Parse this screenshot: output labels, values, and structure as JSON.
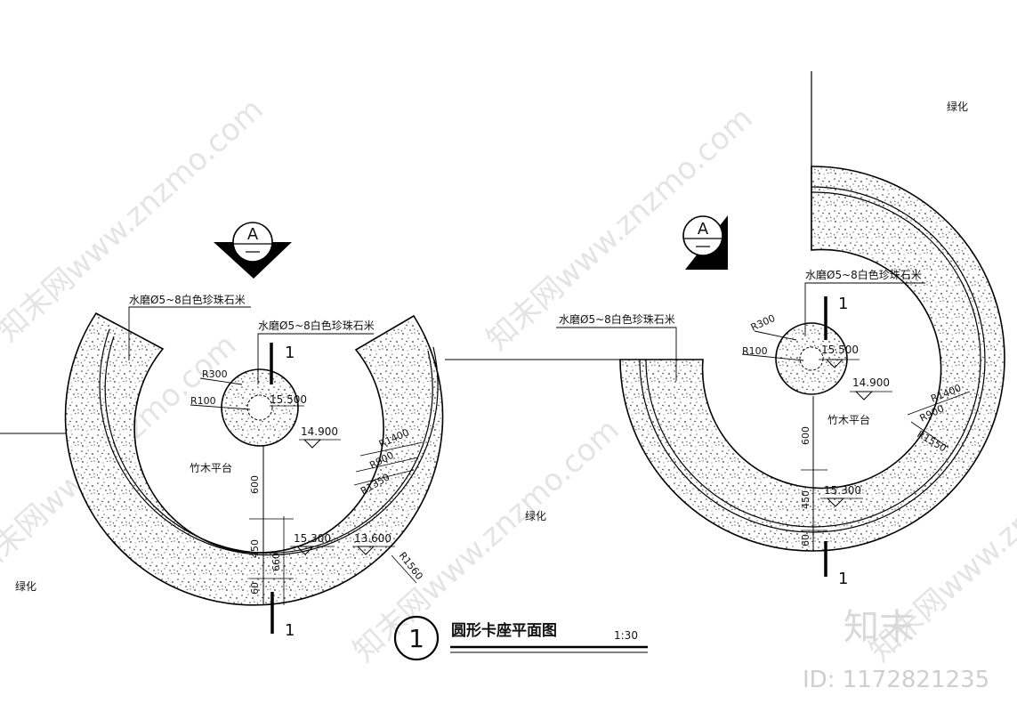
{
  "watermark": {
    "text": "知末网www.znzmo.com"
  },
  "brand": {
    "logo": "知末",
    "id_label": "ID: 1172821235"
  },
  "title": {
    "number": "1",
    "text": "圆形卡座平面图",
    "scale": "1:30"
  },
  "left_plan": {
    "section_mark": "A",
    "ring_note": "水磨Ø5~8白色珍珠石米",
    "center_note": "水磨Ø5~8白色珍珠石米",
    "r300": "R300",
    "r100": "R100",
    "elev_center": "15.500",
    "elev_platform": "14.900",
    "platform_label": "竹木平台",
    "r1400": "R1400",
    "r900": "R900",
    "r1350": "R1350",
    "r1560": "R1560",
    "elev_ring": "15.300",
    "elev_outer": "13.600",
    "dim_600": "600",
    "dim_450": "450",
    "dim_660": "660",
    "dim_60": "60",
    "cut_top": "1",
    "cut_bottom": "1"
  },
  "right_plan": {
    "section_mark": "A",
    "ring_note": "水磨Ø5~8白色珍珠石米",
    "center_note": "水磨Ø5~8白色珍珠石米",
    "r300": "R300",
    "r100": "R100",
    "elev_center": "15.500",
    "elev_platform": "14.900",
    "platform_label": "竹木平台",
    "r1400": "R1400",
    "r900": "R900",
    "r1550": "R1550",
    "elev_ring": "15.300",
    "dim_600": "600",
    "dim_450": "450",
    "dim_60": "60",
    "cut_top": "1",
    "cut_bottom": "1"
  },
  "greenery": [
    "绿化",
    "绿化",
    "绿化"
  ]
}
